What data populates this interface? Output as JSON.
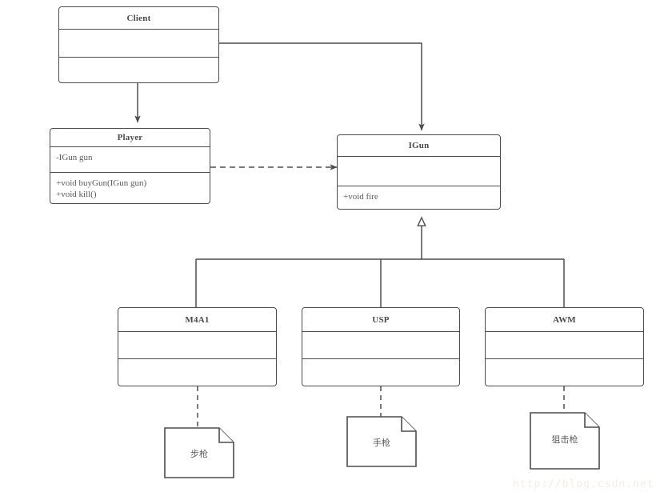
{
  "diagram": {
    "type": "uml-class-diagram",
    "background": "#ffffff",
    "stroke_color": "#4d4d4d",
    "text_color": "#5a5a5a",
    "classes": [
      {
        "id": "client",
        "name": "Client",
        "attributes": [],
        "methods": []
      },
      {
        "id": "player",
        "name": "Player",
        "attributes": [
          "-IGun gun"
        ],
        "methods": [
          "+void buyGun(IGun gun)",
          "+void kill()"
        ]
      },
      {
        "id": "igun",
        "name": "IGun",
        "attributes": [],
        "methods": [
          "+void fire"
        ]
      },
      {
        "id": "m4a1",
        "name": "M4A1",
        "attributes": [],
        "methods": []
      },
      {
        "id": "usp",
        "name": "USP",
        "attributes": [],
        "methods": []
      },
      {
        "id": "awm",
        "name": "AWM",
        "attributes": [],
        "methods": []
      }
    ],
    "notes": [
      {
        "id": "note-m4a1",
        "text": "步枪"
      },
      {
        "id": "note-usp",
        "text": "手枪"
      },
      {
        "id": "note-awm",
        "text": "狙击枪"
      }
    ],
    "relations": [
      {
        "id": "client-player",
        "from": "Client",
        "to": "Player",
        "style": "solid",
        "arrow": "filled"
      },
      {
        "id": "client-igun",
        "from": "Client",
        "to": "IGun",
        "style": "solid",
        "arrow": "filled"
      },
      {
        "id": "player-igun",
        "from": "Player",
        "to": "IGun",
        "style": "dashed",
        "arrow": "filled"
      },
      {
        "id": "m4a1-igun",
        "from": "M4A1",
        "to": "IGun",
        "style": "solid",
        "arrow": "hollow-triangle"
      },
      {
        "id": "usp-igun",
        "from": "USP",
        "to": "IGun",
        "style": "solid",
        "arrow": "hollow-triangle"
      },
      {
        "id": "awm-igun",
        "from": "AWM",
        "to": "IGun",
        "style": "solid",
        "arrow": "hollow-triangle"
      },
      {
        "id": "m4a1-note",
        "from": "M4A1",
        "to": "步枪",
        "style": "dashed",
        "arrow": "none"
      },
      {
        "id": "usp-note",
        "from": "USP",
        "to": "手枪",
        "style": "dashed",
        "arrow": "none"
      },
      {
        "id": "awm-note",
        "from": "AWM",
        "to": "狙击枪",
        "style": "dashed",
        "arrow": "none"
      }
    ]
  },
  "watermark": {
    "text": "http://blog.csdn.net"
  }
}
